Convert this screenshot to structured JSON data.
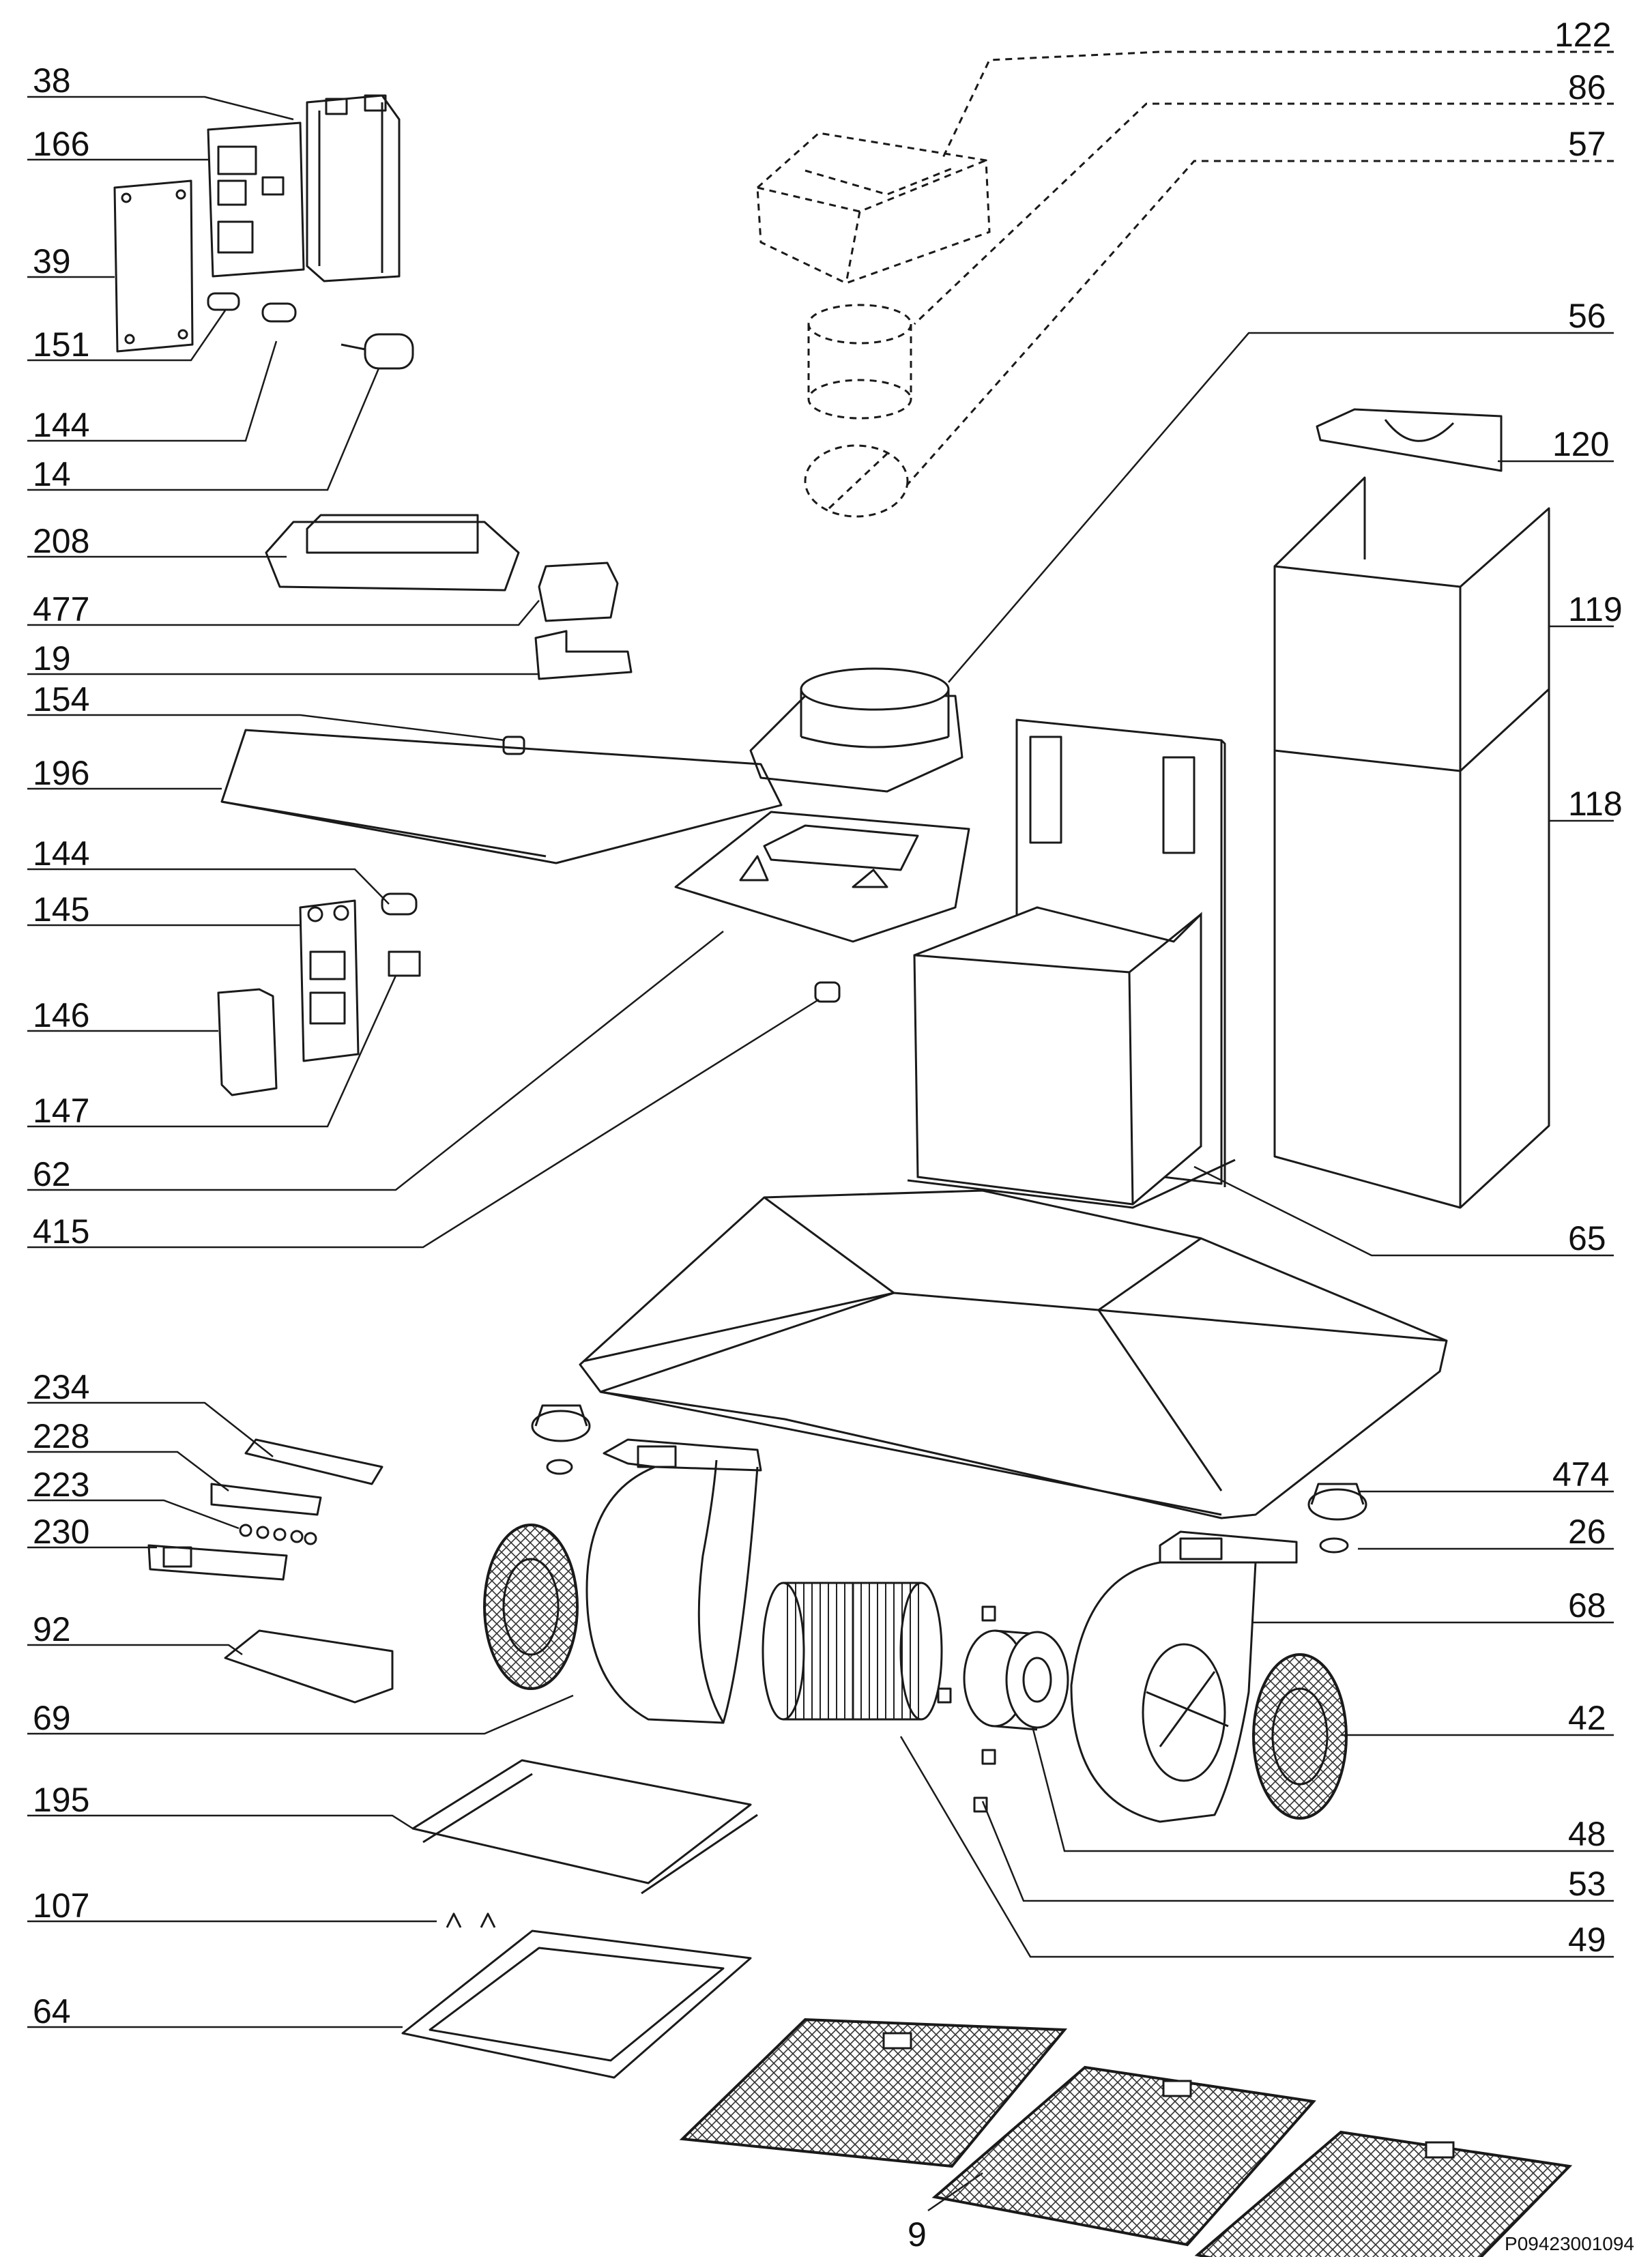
{
  "labels": {
    "p122": "122",
    "p86": "86",
    "p57": "57",
    "p56": "56",
    "p120": "120",
    "p119": "119",
    "p118": "118",
    "p65": "65",
    "p474": "474",
    "p26": "26",
    "p68": "68",
    "p42": "42",
    "p48": "48",
    "p53": "53",
    "p49": "49",
    "p9": "9",
    "p38": "38",
    "p166": "166",
    "p39": "39",
    "p151": "151",
    "p144a": "144",
    "p14": "14",
    "p208": "208",
    "p477": "477",
    "p19": "19",
    "p154": "154",
    "p196": "196",
    "p144b": "144",
    "p145": "145",
    "p146": "146",
    "p147": "147",
    "p62": "62",
    "p415": "415",
    "p234": "234",
    "p228": "228",
    "p223": "223",
    "p230": "230",
    "p92": "92",
    "p69": "69",
    "p195": "195",
    "p107": "107",
    "p64": "64"
  },
  "drawing_code": "P09423001094"
}
